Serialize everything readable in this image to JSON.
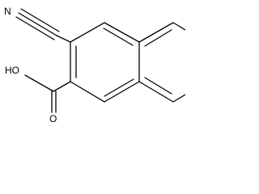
{
  "structure": {
    "atoms": {
      "nitrogen": "N",
      "hydroxyl": "HO",
      "carbonyl_oxygen": "O"
    },
    "bond_color": "#000000",
    "background_color": "#ffffff"
  }
}
